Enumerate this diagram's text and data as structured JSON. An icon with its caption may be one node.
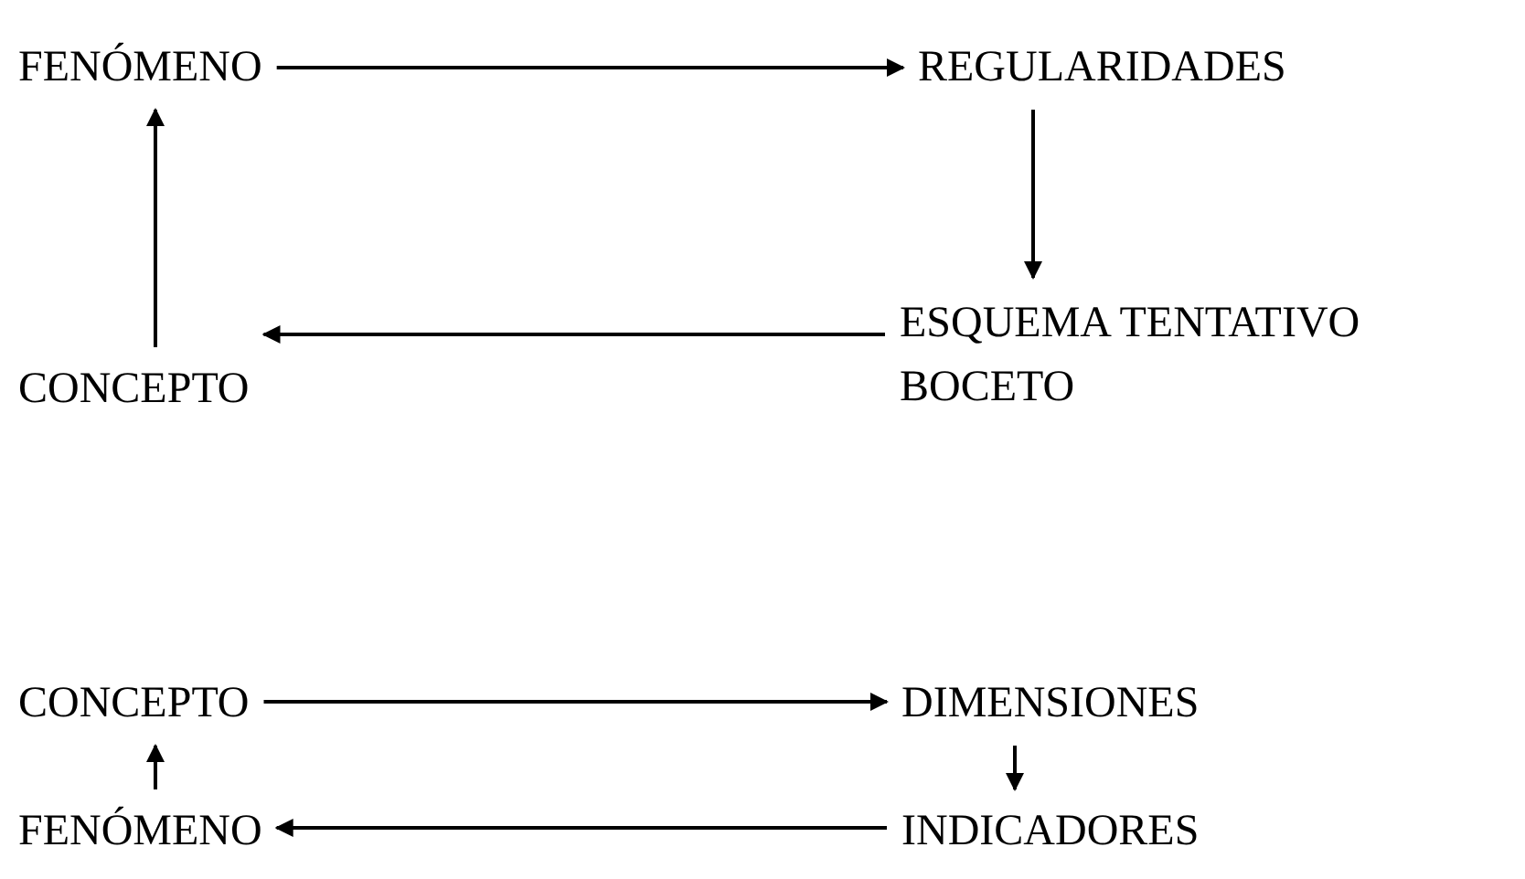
{
  "diagram": {
    "nodes": [
      {
        "text": [
          "FENÓMENO"
        ]
      },
      {
        "text": [
          "REGULARIDADES"
        ]
      },
      {
        "text": [
          "ESQUEMA TENTATIVO BOCETO"
        ]
      },
      {
        "text": [
          "CONCEPTO"
        ]
      },
      {
        "text": [
          "CONCEPTO"
        ]
      },
      {
        "text": [
          "DIMENSIONES"
        ]
      },
      {
        "text": [
          "FENÓMENO"
        ]
      },
      {
        "text": [
          "INDICADORES"
        ]
      }
    ],
    "edges": [
      {
        "from": 0,
        "to": 1,
        "arrow": "to"
      },
      {
        "from": 1,
        "to": 2,
        "arrow": "to"
      },
      {
        "from": 2,
        "to": 3,
        "arrow": "to"
      },
      {
        "from": 3,
        "to": 0,
        "arrow": "to"
      },
      {
        "from": 4,
        "to": 5,
        "arrow": "to"
      },
      {
        "from": 5,
        "to": 7,
        "arrow": "to"
      },
      {
        "from": 7,
        "to": 6,
        "arrow": "to"
      },
      {
        "from": 6,
        "to": 4,
        "arrow": "to"
      }
    ]
  }
}
